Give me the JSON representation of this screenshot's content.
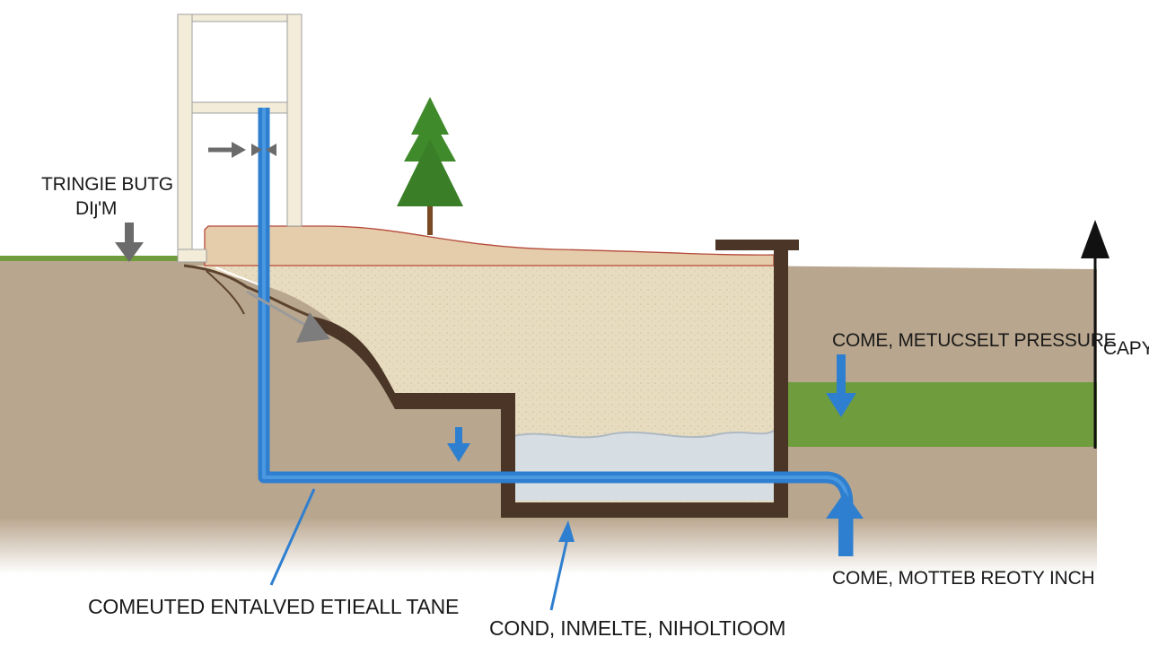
{
  "labels": {
    "top_left_line1": "TRINGIE BUTG",
    "top_left_line2": "DIȷ'M",
    "right_middle": "COME, METUCSELT PRESSURE",
    "right_axis": "CAPY",
    "right_bottom": "COME, MOTTEB REOTY INCH",
    "bottom_left": "COMEUTED ENTALVED ETIEALL TANE",
    "bottom_center": "COND, INMELTE, NIHOLTIOOM"
  },
  "colors": {
    "pipe": "#2f7fd0",
    "soil": "#b9a68e",
    "fill": "#e8dcc0",
    "topsoil": "#e5ccab",
    "wall": "#4a3526",
    "grass": "#6f9c3c",
    "water": "#d7dee3",
    "tree": "#3f8a2a",
    "trunk": "#7a4a25",
    "arrow_gray": "#6b6b6b",
    "frame": "#f2ecd9"
  },
  "icons": [
    "tree-icon",
    "arrow-down-icon",
    "arrow-up-icon",
    "arrow-right-icon"
  ]
}
